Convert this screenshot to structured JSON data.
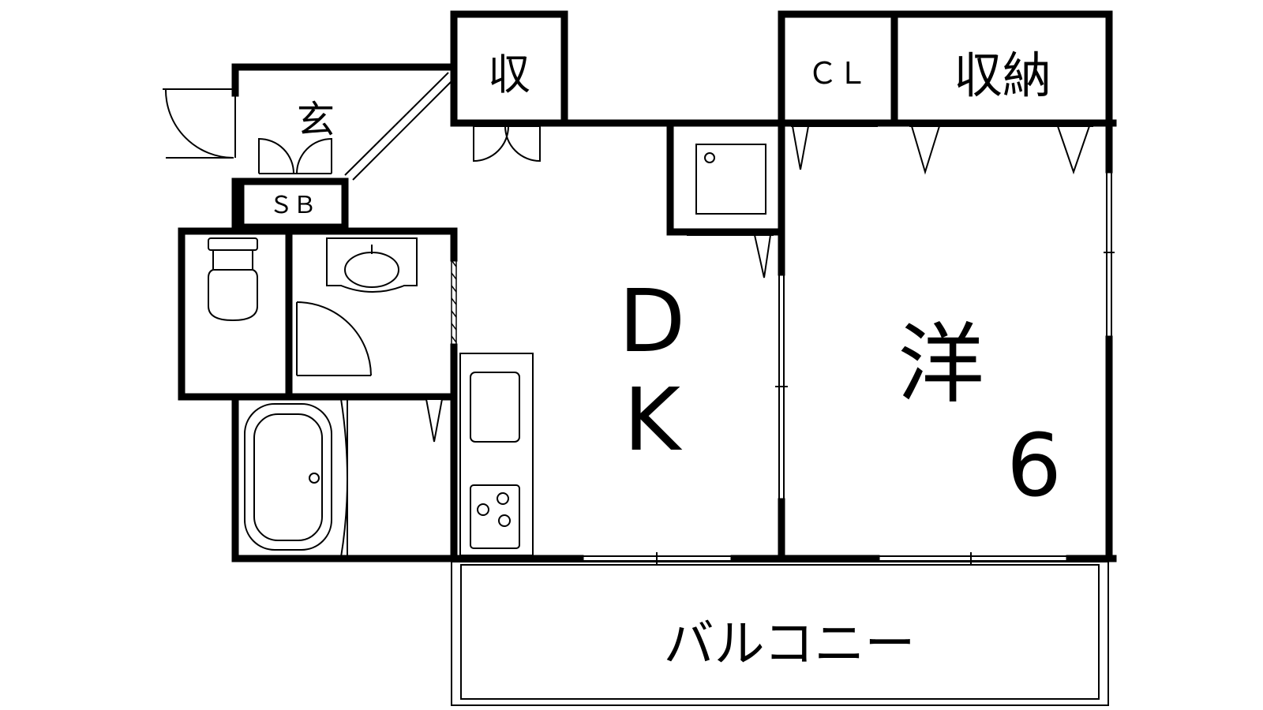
{
  "floorplan": {
    "rooms": {
      "entrance": "玄",
      "shoe_box": "ＳＢ",
      "storage_small": "収",
      "closet": "ＣＬ",
      "storage": "収納",
      "dining_kitchen_d": "D",
      "dining_kitchen_k": "K",
      "western_room": "洋",
      "western_room_size": "6",
      "balcony": "バルコニー"
    },
    "colors": {
      "ink": "#000000",
      "background": "#ffffff"
    }
  }
}
